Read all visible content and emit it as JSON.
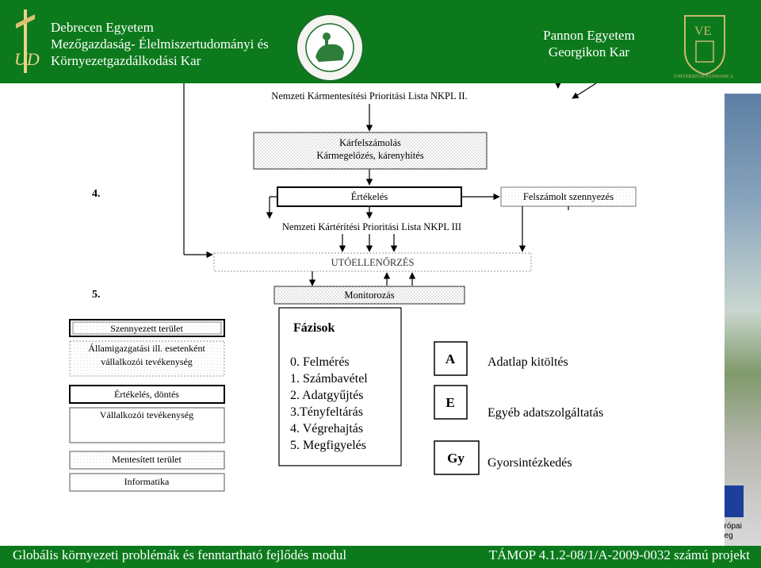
{
  "header": {
    "left_lines": [
      "Debrecen Egyetem",
      "Mezőgazdaság- Élelmiszertudományi és",
      "Környezetgazdálkodási Kar"
    ],
    "right_lines": [
      "Pannon Egyetem",
      "Georgikon Kar"
    ],
    "logo_left_letters": "UD",
    "logo_right_letters": "VE",
    "logo_right_motto": "UNIVERSITAS PANNONICA"
  },
  "diagram": {
    "nkpl2": "Nemzeti Kármentesítési Prioritási Lista NKPL II.",
    "karfelszamolas_1": "Kárfelszámolás",
    "karfelszamolas_2": "Kármegelőzés, kárenyhítés",
    "step4": "4.",
    "ertekeles": "Értékelés",
    "felszamolt": "Felszámolt szennyezés",
    "nkpl3": "Nemzeti Kártérítési Prioritási Lista NKPL III",
    "utoellenorzes": "UTÓELLENŐRZÉS",
    "step5": "5.",
    "monitorozas": "Monitorozás"
  },
  "legend_left": {
    "szennyezett": "Szennyezett terület",
    "allamigazgatasi_1": "Államigazgatási ill. esetenként",
    "allamigazgatasi_2": "vállalkozói tevékenység",
    "ertekeles_dontes": "Értékelés, döntés",
    "vallalkozoi": "Vállalkozói tevékenység",
    "mentesitett": "Mentesített terület",
    "informatika": "Informatika"
  },
  "phases": {
    "title": "Fázisok",
    "items": [
      "0. Felmérés",
      "1. Számbavétel",
      "2. Adatgyűjtés",
      "3.Tényfeltárás",
      "4. Végrehajtás",
      "5. Megfigyelés"
    ]
  },
  "legend_right": [
    {
      "code": "A",
      "label": "Adatlap kitöltés"
    },
    {
      "code": "E",
      "label": "Egyéb adatszolgáltatás"
    },
    {
      "code": "Gy",
      "label": "Gyorsintézkedés"
    }
  ],
  "sidebar": {
    "eu_text_1": "urópai",
    "eu_text_2": "neg"
  },
  "footer": {
    "left": "Globális környezeti problémák és fenntartható fejlődés modul",
    "right": "TÁMOP 4.1.2-08/1/A-2009-0032 számú projekt"
  }
}
